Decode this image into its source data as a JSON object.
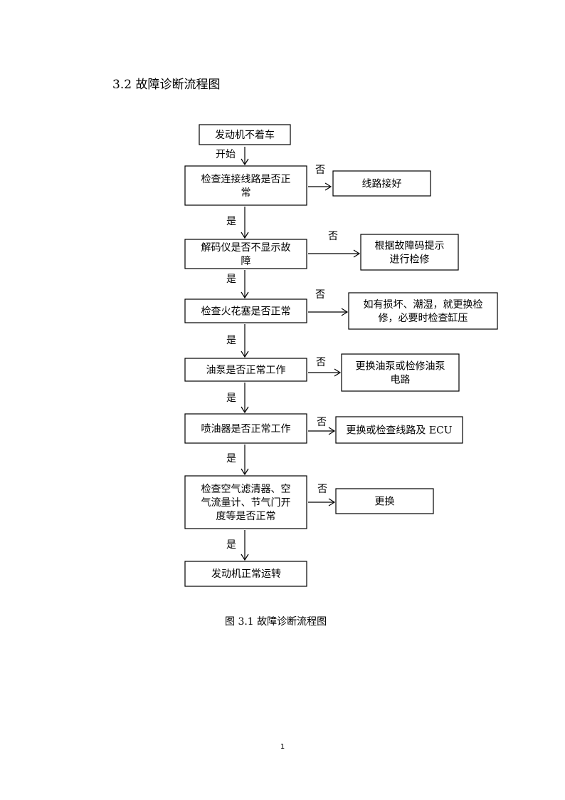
{
  "heading": "3.2 故障诊断流程图",
  "caption": "图 3.1 故障诊断流程图",
  "page_number": "1",
  "flow": {
    "start": "发动机不着车",
    "start_label": "开始",
    "yes_label": "是",
    "no_label": "否",
    "steps": [
      {
        "check": [
          "检查连接线路是否正",
          "常"
        ],
        "fix": [
          "线路接好"
        ]
      },
      {
        "check": [
          "解码仪是否不显示故",
          "障"
        ],
        "fix": [
          "根据故障码提示",
          "进行检修"
        ]
      },
      {
        "check": [
          "检查火花塞是否正常"
        ],
        "fix": [
          "如有损坏、潮湿，就更换检",
          "修，必要时检查缸压"
        ]
      },
      {
        "check": [
          "油泵是否正常工作"
        ],
        "fix": [
          "更换油泵或检修油泵",
          "电路"
        ]
      },
      {
        "check": [
          "喷油器是否正常工作"
        ],
        "fix": [
          "更换或检查线路及 ECU"
        ]
      },
      {
        "check": [
          "检查空气滤清器、空",
          "气流量计、节气门开",
          "度等是否正常"
        ],
        "fix": [
          "更换"
        ]
      }
    ],
    "end": "发动机正常运转"
  }
}
